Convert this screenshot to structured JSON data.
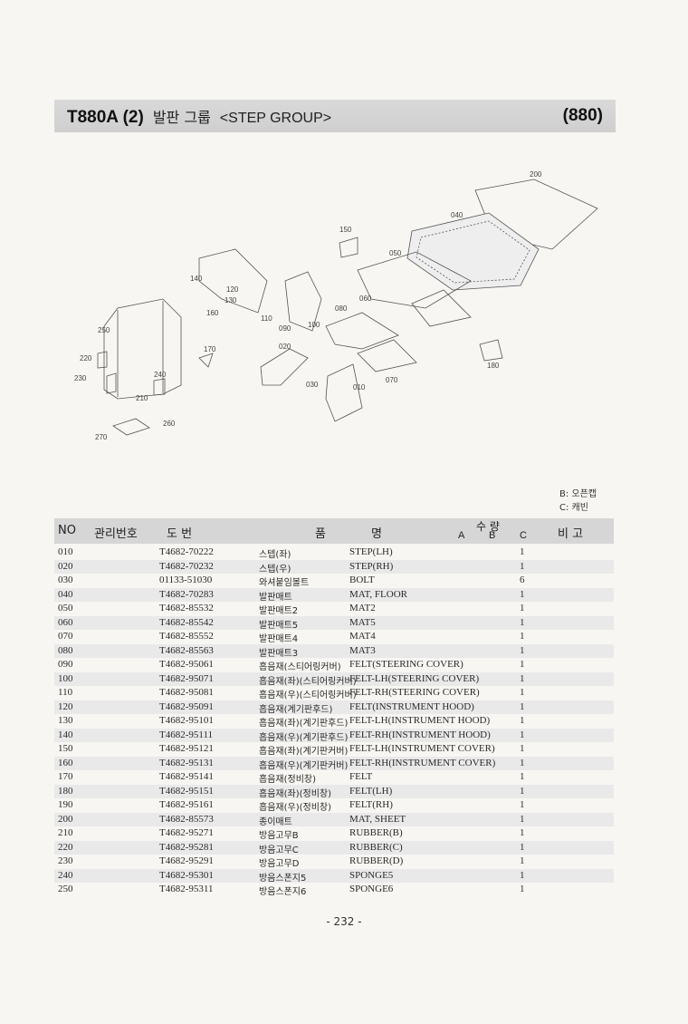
{
  "header": {
    "model": "T880A (2)",
    "group_ko": "발판 그룹",
    "group_en": "<STEP GROUP>",
    "code": "(880)"
  },
  "diagram": {
    "labels": [
      "200",
      "040",
      "150",
      "050",
      "140",
      "120",
      "130",
      "160",
      "060",
      "080",
      "110",
      "090",
      "100",
      "020",
      "250",
      "170",
      "220",
      "240",
      "230",
      "210",
      "180",
      "070",
      "030",
      "010",
      "260",
      "270"
    ]
  },
  "legend": {
    "b": "B: 오픈캡",
    "c": "C: 캐빈"
  },
  "table": {
    "headers": {
      "no": "NO",
      "mgmt": "관리번호",
      "drawing": "도   번",
      "name_a": "품",
      "name_b": "명",
      "qty": "수 량",
      "qty_a": "A",
      "qty_b": "B",
      "qty_c": "C",
      "remark": "비   고"
    },
    "rows": [
      {
        "no": "010",
        "part": "T4682-70222",
        "ko": "스텝(좌)",
        "en": "STEP(LH)",
        "qty": "1"
      },
      {
        "no": "020",
        "part": "T4682-70232",
        "ko": "스텝(우)",
        "en": "STEP(RH)",
        "qty": "1"
      },
      {
        "no": "030",
        "part": "01133-51030",
        "ko": "와셔붙임볼트",
        "en": "BOLT",
        "qty": "6"
      },
      {
        "no": "040",
        "part": "T4682-70283",
        "ko": "발판매트",
        "en": "MAT, FLOOR",
        "qty": "1"
      },
      {
        "no": "050",
        "part": "T4682-85532",
        "ko": "발판매트2",
        "en": "MAT2",
        "qty": "1"
      },
      {
        "no": "060",
        "part": "T4682-85542",
        "ko": "발판매트5",
        "en": "MAT5",
        "qty": "1"
      },
      {
        "no": "070",
        "part": "T4682-85552",
        "ko": "발판매트4",
        "en": "MAT4",
        "qty": "1"
      },
      {
        "no": "080",
        "part": "T4682-85563",
        "ko": "발판매트3",
        "en": "MAT3",
        "qty": "1"
      },
      {
        "no": "090",
        "part": "T4682-95061",
        "ko": "흡음재(스티어링커버)",
        "en": "FELT(STEERING COVER)",
        "qty": "1"
      },
      {
        "no": "100",
        "part": "T4682-95071",
        "ko": "흡음재(좌)(스티어링커버)",
        "en": "FELT-LH(STEERING COVER)",
        "qty": "1"
      },
      {
        "no": "110",
        "part": "T4682-95081",
        "ko": "흡음재(우)(스티어링커버)",
        "en": "FELT-RH(STEERING COVER)",
        "qty": "1"
      },
      {
        "no": "120",
        "part": "T4682-95091",
        "ko": "흡음재(계기판후드)",
        "en": "FELT(INSTRUMENT HOOD)",
        "qty": "1"
      },
      {
        "no": "130",
        "part": "T4682-95101",
        "ko": "흡음재(좌)(계기판후드)",
        "en": "FELT-LH(INSTRUMENT HOOD)",
        "qty": "1"
      },
      {
        "no": "140",
        "part": "T4682-95111",
        "ko": "흡음재(우)(계기판후드)",
        "en": "FELT-RH(INSTRUMENT HOOD)",
        "qty": "1"
      },
      {
        "no": "150",
        "part": "T4682-95121",
        "ko": "흡음재(좌)(계기판커버)",
        "en": "FELT-LH(INSTRUMENT COVER)",
        "qty": "1"
      },
      {
        "no": "160",
        "part": "T4682-95131",
        "ko": "흡음재(우)(계기판커버)",
        "en": "FELT-RH(INSTRUMENT COVER)",
        "qty": "1"
      },
      {
        "no": "170",
        "part": "T4682-95141",
        "ko": "흡음재(정비창)",
        "en": "FELT",
        "qty": "1"
      },
      {
        "no": "180",
        "part": "T4682-95151",
        "ko": "흡음재(좌)(정비창)",
        "en": "FELT(LH)",
        "qty": "1"
      },
      {
        "no": "190",
        "part": "T4682-95161",
        "ko": "흡음재(우)(정비창)",
        "en": "FELT(RH)",
        "qty": "1"
      },
      {
        "no": "200",
        "part": "T4682-85573",
        "ko": "종이매트",
        "en": "MAT, SHEET",
        "qty": "1"
      },
      {
        "no": "210",
        "part": "T4682-95271",
        "ko": "방음고무B",
        "en": "RUBBER(B)",
        "qty": "1"
      },
      {
        "no": "220",
        "part": "T4682-95281",
        "ko": "방음고무C",
        "en": "RUBBER(C)",
        "qty": "1"
      },
      {
        "no": "230",
        "part": "T4682-95291",
        "ko": "방음고무D",
        "en": "RUBBER(D)",
        "qty": "1"
      },
      {
        "no": "240",
        "part": "T4682-95301",
        "ko": "방음스폰지5",
        "en": "SPONGE5",
        "qty": "1"
      },
      {
        "no": "250",
        "part": "T4682-95311",
        "ko": "방음스폰지6",
        "en": "SPONGE6",
        "qty": "1"
      }
    ]
  },
  "page_number": "- 232 -"
}
